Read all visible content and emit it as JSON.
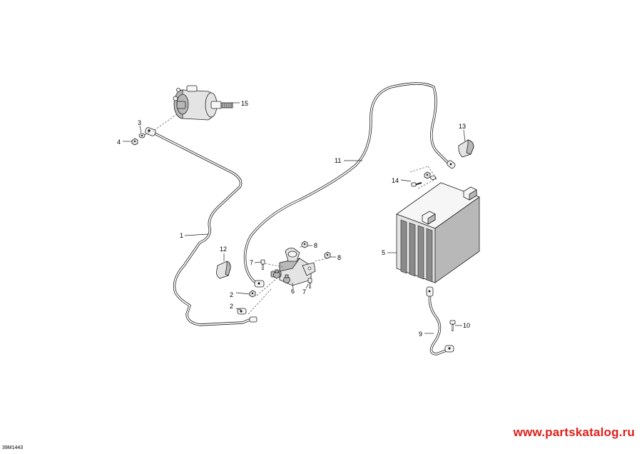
{
  "callouts": {
    "c1": "1",
    "c2a": "2",
    "c2b": "2",
    "c3": "3",
    "c4": "4",
    "c5": "5",
    "c6": "6",
    "c7a": "7",
    "c7b": "7",
    "c8a": "8",
    "c8b": "8",
    "c9": "9",
    "c10": "10",
    "c11": "11",
    "c12": "12",
    "c13": "13",
    "c14": "14",
    "c15": "15"
  },
  "drawing_code": "39M1443",
  "watermark": "www.partskatalog.ru",
  "colors": {
    "watermark": "#e0201b",
    "line": "#222222"
  }
}
